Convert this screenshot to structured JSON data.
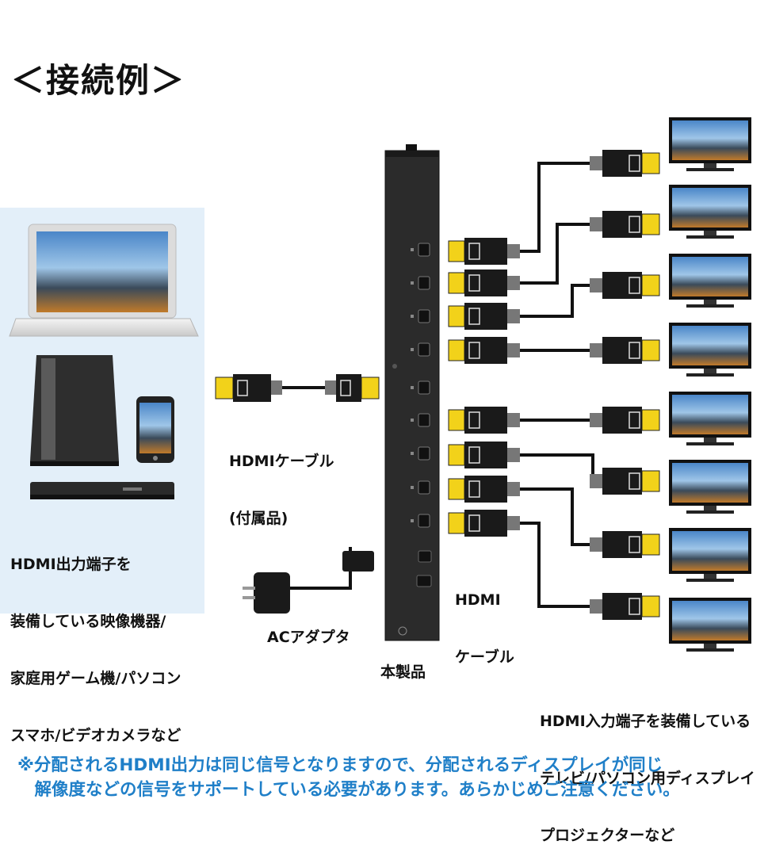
{
  "title": "＜接続例＞",
  "labels": {
    "source_devices": [
      "HDMI出力端子を",
      "装備している映像機器/",
      "家庭用ゲーム機/パソコン",
      "スマホ/ビデオカメラなど"
    ],
    "hdmi_cable_included": [
      "HDMIケーブル",
      "(付属品)"
    ],
    "ac_adapter": "ACアダプタ",
    "product": "本製品",
    "hdmi_cable": [
      "HDMI",
      "ケーブル"
    ],
    "displays": [
      "HDMI入力端子を装備している",
      "テレビ/パソコン用ディスプレイ",
      "プロジェクターなど"
    ]
  },
  "note": [
    "※分配されるHDMI出力は同じ信号となりますので、分配されるディスプレイが同じ",
    "　解像度などの信号をサポートしている必要があります。あらかじめご注意ください。"
  ],
  "colors": {
    "accent": "#1f7fc8",
    "panel": "#e3eff9",
    "connector_gold": "#f2d21a",
    "device_dark": "#222222"
  },
  "display_count": 8,
  "output_port_count": 8
}
